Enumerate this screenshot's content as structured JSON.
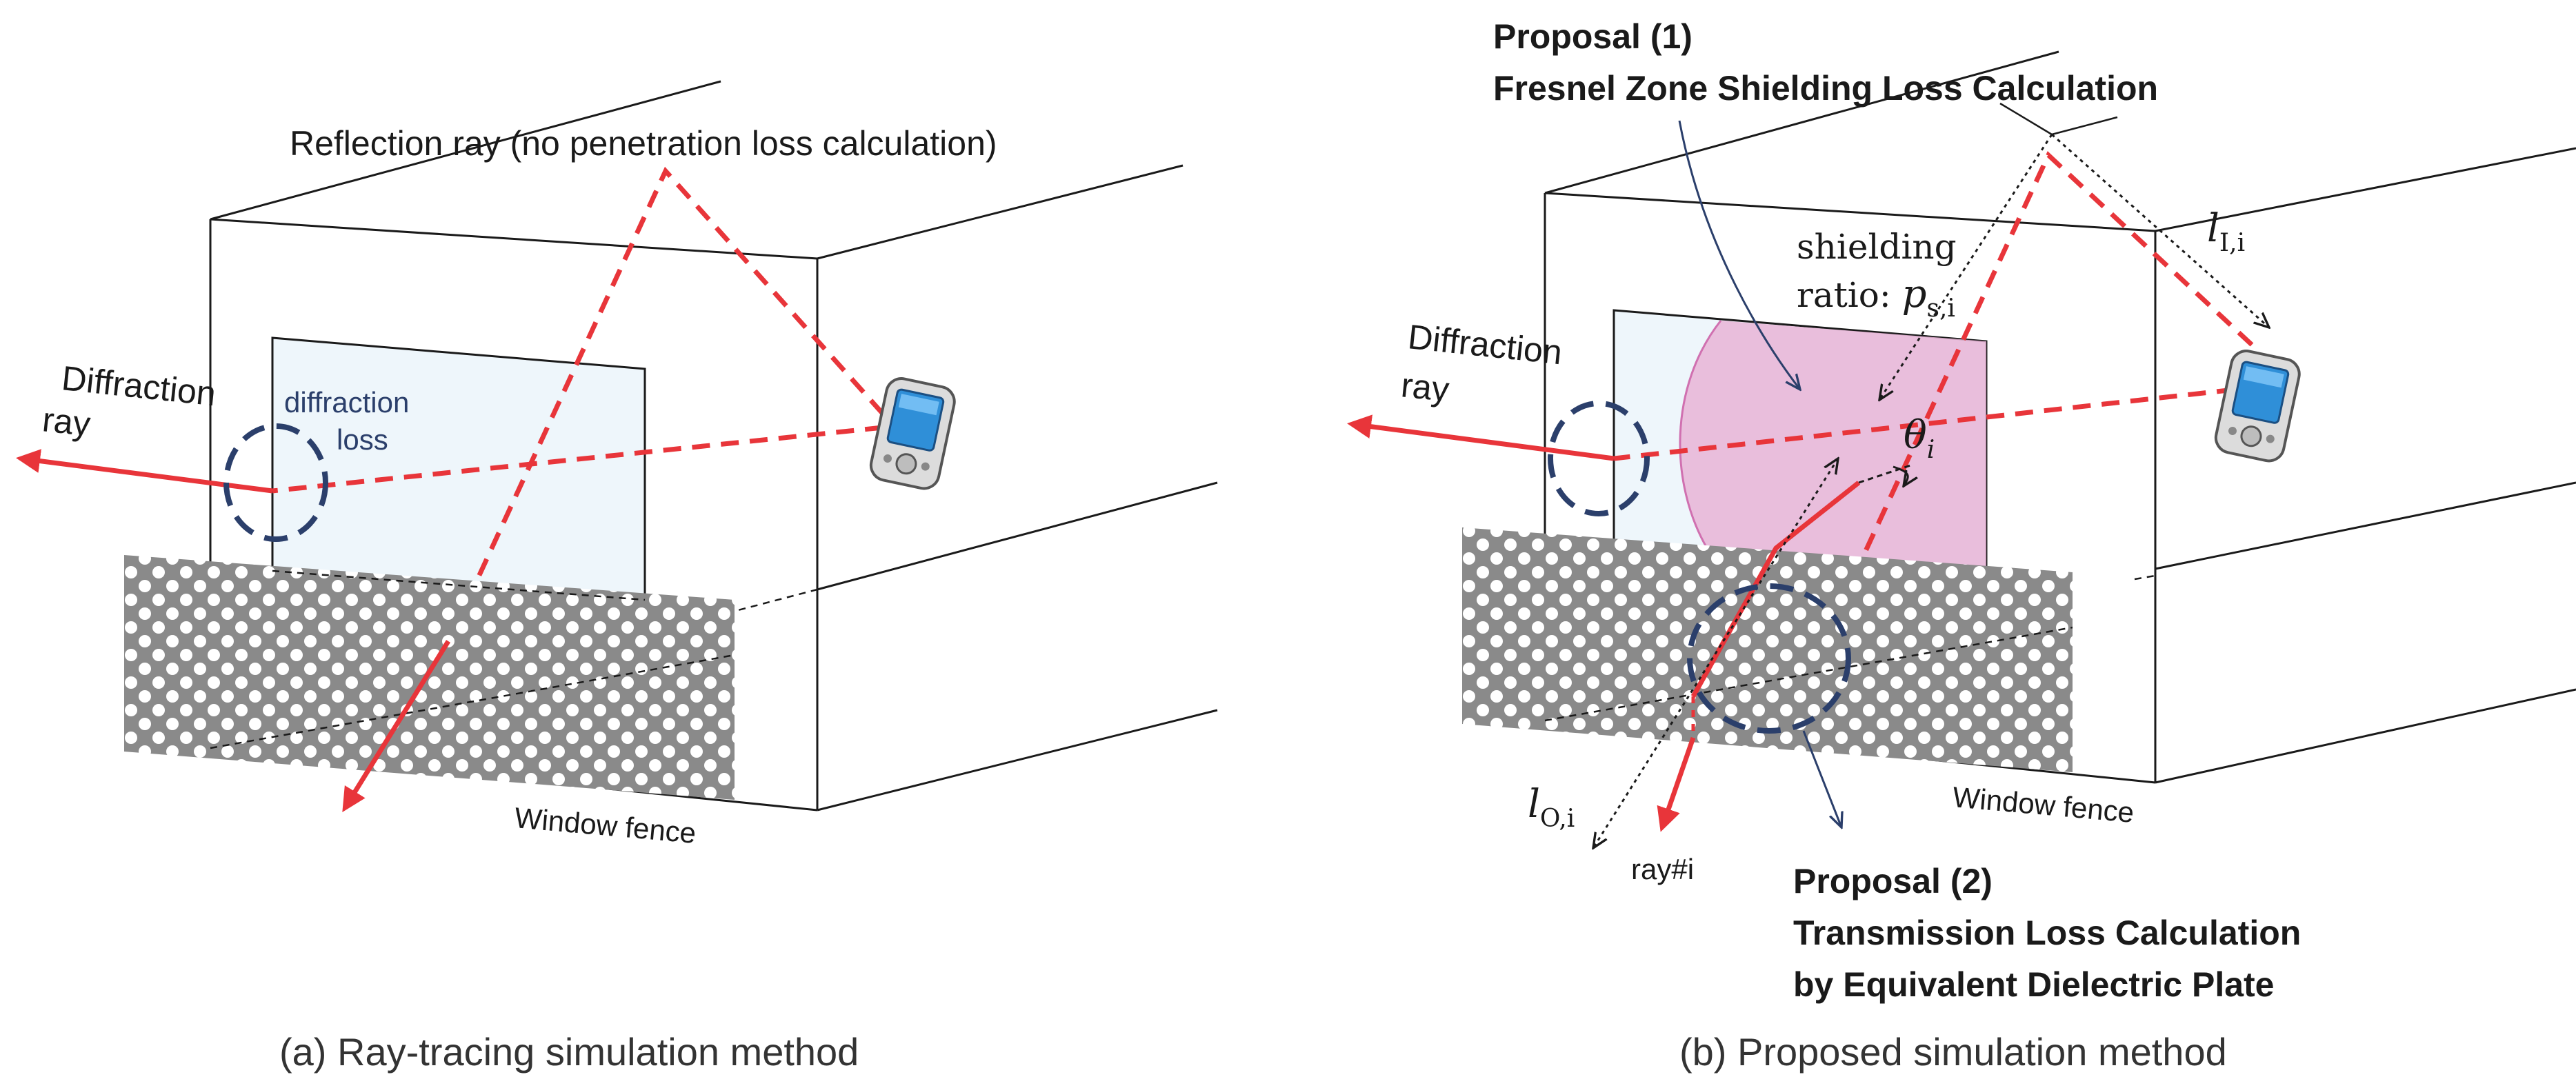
{
  "panel_a": {
    "reflection_label": "Reflection ray (no penetration loss calculation)",
    "diffraction_ray_line1": "Diffraction",
    "diffraction_ray_line2": "ray",
    "diffraction_loss_line1": "diffraction",
    "diffraction_loss_line2": "loss",
    "window_fence": "Window fence",
    "caption": "(a) Ray-tracing simulation method"
  },
  "panel_b": {
    "proposal1_title": "Proposal (1)",
    "proposal1_desc": "Fresnel Zone Shielding Loss Calculation",
    "shielding_line1": "shielding",
    "shielding_line2": "ratio: ",
    "shielding_symbol": "p",
    "shielding_sub": "s,i",
    "l_in_symbol": "l",
    "l_in_sub": "I,i",
    "theta_symbol": "θ",
    "theta_sub": "i",
    "diffraction_ray_line1": "Diffraction",
    "diffraction_ray_line2": "ray",
    "l_out_symbol": "l",
    "l_out_sub": "O,i",
    "ray_label": "ray#i",
    "window_fence": "Window fence",
    "proposal2_title": "Proposal (2)",
    "proposal2_line1": "Transmission Loss Calculation",
    "proposal2_line2": "by Equivalent Dielectric Plate",
    "caption": "(b) Proposed simulation method"
  },
  "colors": {
    "ray_red": "#e8353a",
    "circle_navy": "#2b3f6b",
    "window_fill": "#eef6fb",
    "fresnel_pink": "#e8b4d6",
    "fence_gray": "#8a8a8a"
  },
  "icons": [
    "phone-icon",
    "phone-icon"
  ]
}
